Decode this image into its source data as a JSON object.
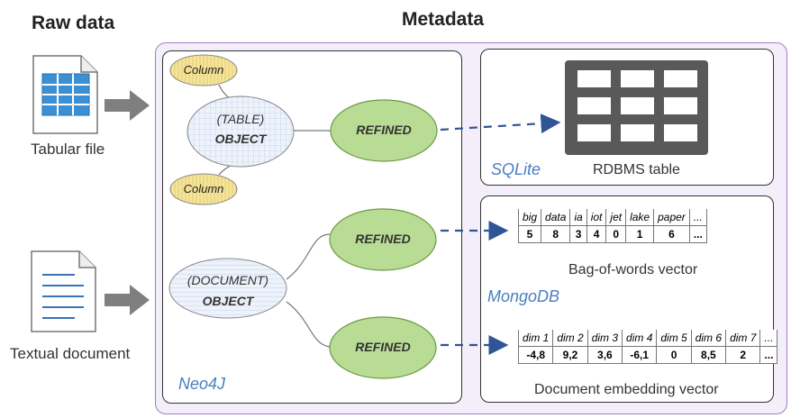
{
  "headers": {
    "raw": "Raw data",
    "meta": "Metadata"
  },
  "inputs": {
    "tabular": "Tabular file",
    "textual": "Textual document"
  },
  "graph": {
    "store": "Neo4J",
    "column": "Column",
    "table_object": {
      "type": "(TABLE)",
      "name": "OBJECT"
    },
    "doc_object": {
      "type": "(DOCUMENT)",
      "name": "OBJECT"
    },
    "refined": "REFINED"
  },
  "sqlite": {
    "store": "SQLite",
    "caption": "RDBMS table"
  },
  "mongo": {
    "store": "MongoDB",
    "bow": {
      "header": [
        "big",
        "data",
        "ia",
        "iot",
        "jet",
        "lake",
        "paper",
        "..."
      ],
      "values": [
        "5",
        "8",
        "3",
        "4",
        "0",
        "1",
        "6",
        "..."
      ],
      "caption": "Bag-of-words vector"
    },
    "emb": {
      "header": [
        "dim 1",
        "dim 2",
        "dim 3",
        "dim 4",
        "dim 5",
        "dim 6",
        "dim 7",
        "..."
      ],
      "values": [
        "-4,8",
        "9,2",
        "3,6",
        "-6,1",
        "0",
        "8,5",
        "2",
        "..."
      ],
      "caption": "Document embedding vector"
    }
  },
  "colors": {
    "outer_border": "#a080c0",
    "column_fill": "#f5e49a",
    "refined_fill": "#b9dc95",
    "object_fill": "#dce8f6",
    "arrow_blue": "#2f5597",
    "store_label": "#4a7fc1"
  }
}
